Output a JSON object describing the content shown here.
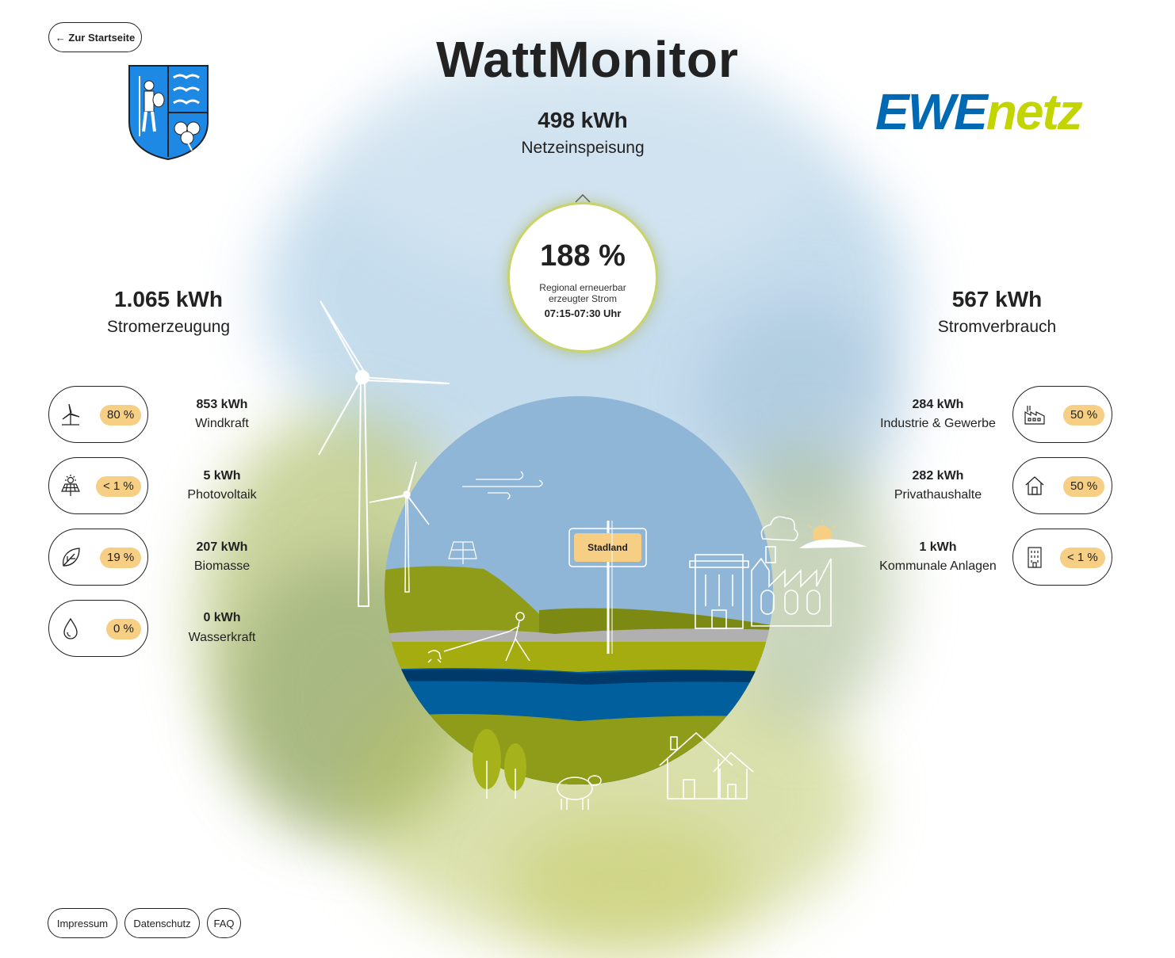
{
  "header": {
    "back_label": "← Zur Startseite",
    "title": "WattMonitor",
    "partner_logo_part1": "EWE",
    "partner_logo_part2": "netz"
  },
  "grid_feed": {
    "value": "498 kWh",
    "label": "Netzeinspeisung"
  },
  "center": {
    "percent": "188 %",
    "line1": "Regional erneuerbar",
    "line2": "erzeugter Strom",
    "time": "07:15-07:30 Uhr"
  },
  "generation": {
    "total": "1.065 kWh",
    "label": "Stromerzeugung",
    "sources": [
      {
        "icon": "wind-turbine-icon",
        "badge": "80 %",
        "value": "853 kWh",
        "label": "Windkraft"
      },
      {
        "icon": "solar-panel-icon",
        "badge": "< 1 %",
        "value": "5 kWh",
        "label": "Photovoltaik"
      },
      {
        "icon": "leaf-icon",
        "badge": "19 %",
        "value": "207 kWh",
        "label": "Biomasse"
      },
      {
        "icon": "water-drop-icon",
        "badge": "0 %",
        "value": "0 kWh",
        "label": "Wasserkraft"
      }
    ]
  },
  "consumption": {
    "total": "567 kWh",
    "label": "Stromverbrauch",
    "sinks": [
      {
        "icon": "factory-icon",
        "badge": "50 %",
        "value": "284 kWh",
        "label": "Industrie & Gewerbe"
      },
      {
        "icon": "house-icon",
        "badge": "50 %",
        "value": "282 kWh",
        "label": "Privathaushalte"
      },
      {
        "icon": "office-building-icon",
        "badge": "< 1 %",
        "value": "1 kWh",
        "label": "Kommunale Anlagen"
      }
    ]
  },
  "scene": {
    "sign_label": "Stadland"
  },
  "footer": {
    "impressum": "Impressum",
    "datenschutz": "Datenschutz",
    "faq": "FAQ"
  },
  "colors": {
    "badge": "#f6cf85",
    "ewe_blue": "#0069b4",
    "ewe_green": "#c3d500",
    "sky": "#8fb6d6",
    "water": "#005f9c",
    "meadow": "#8f9c1a"
  }
}
